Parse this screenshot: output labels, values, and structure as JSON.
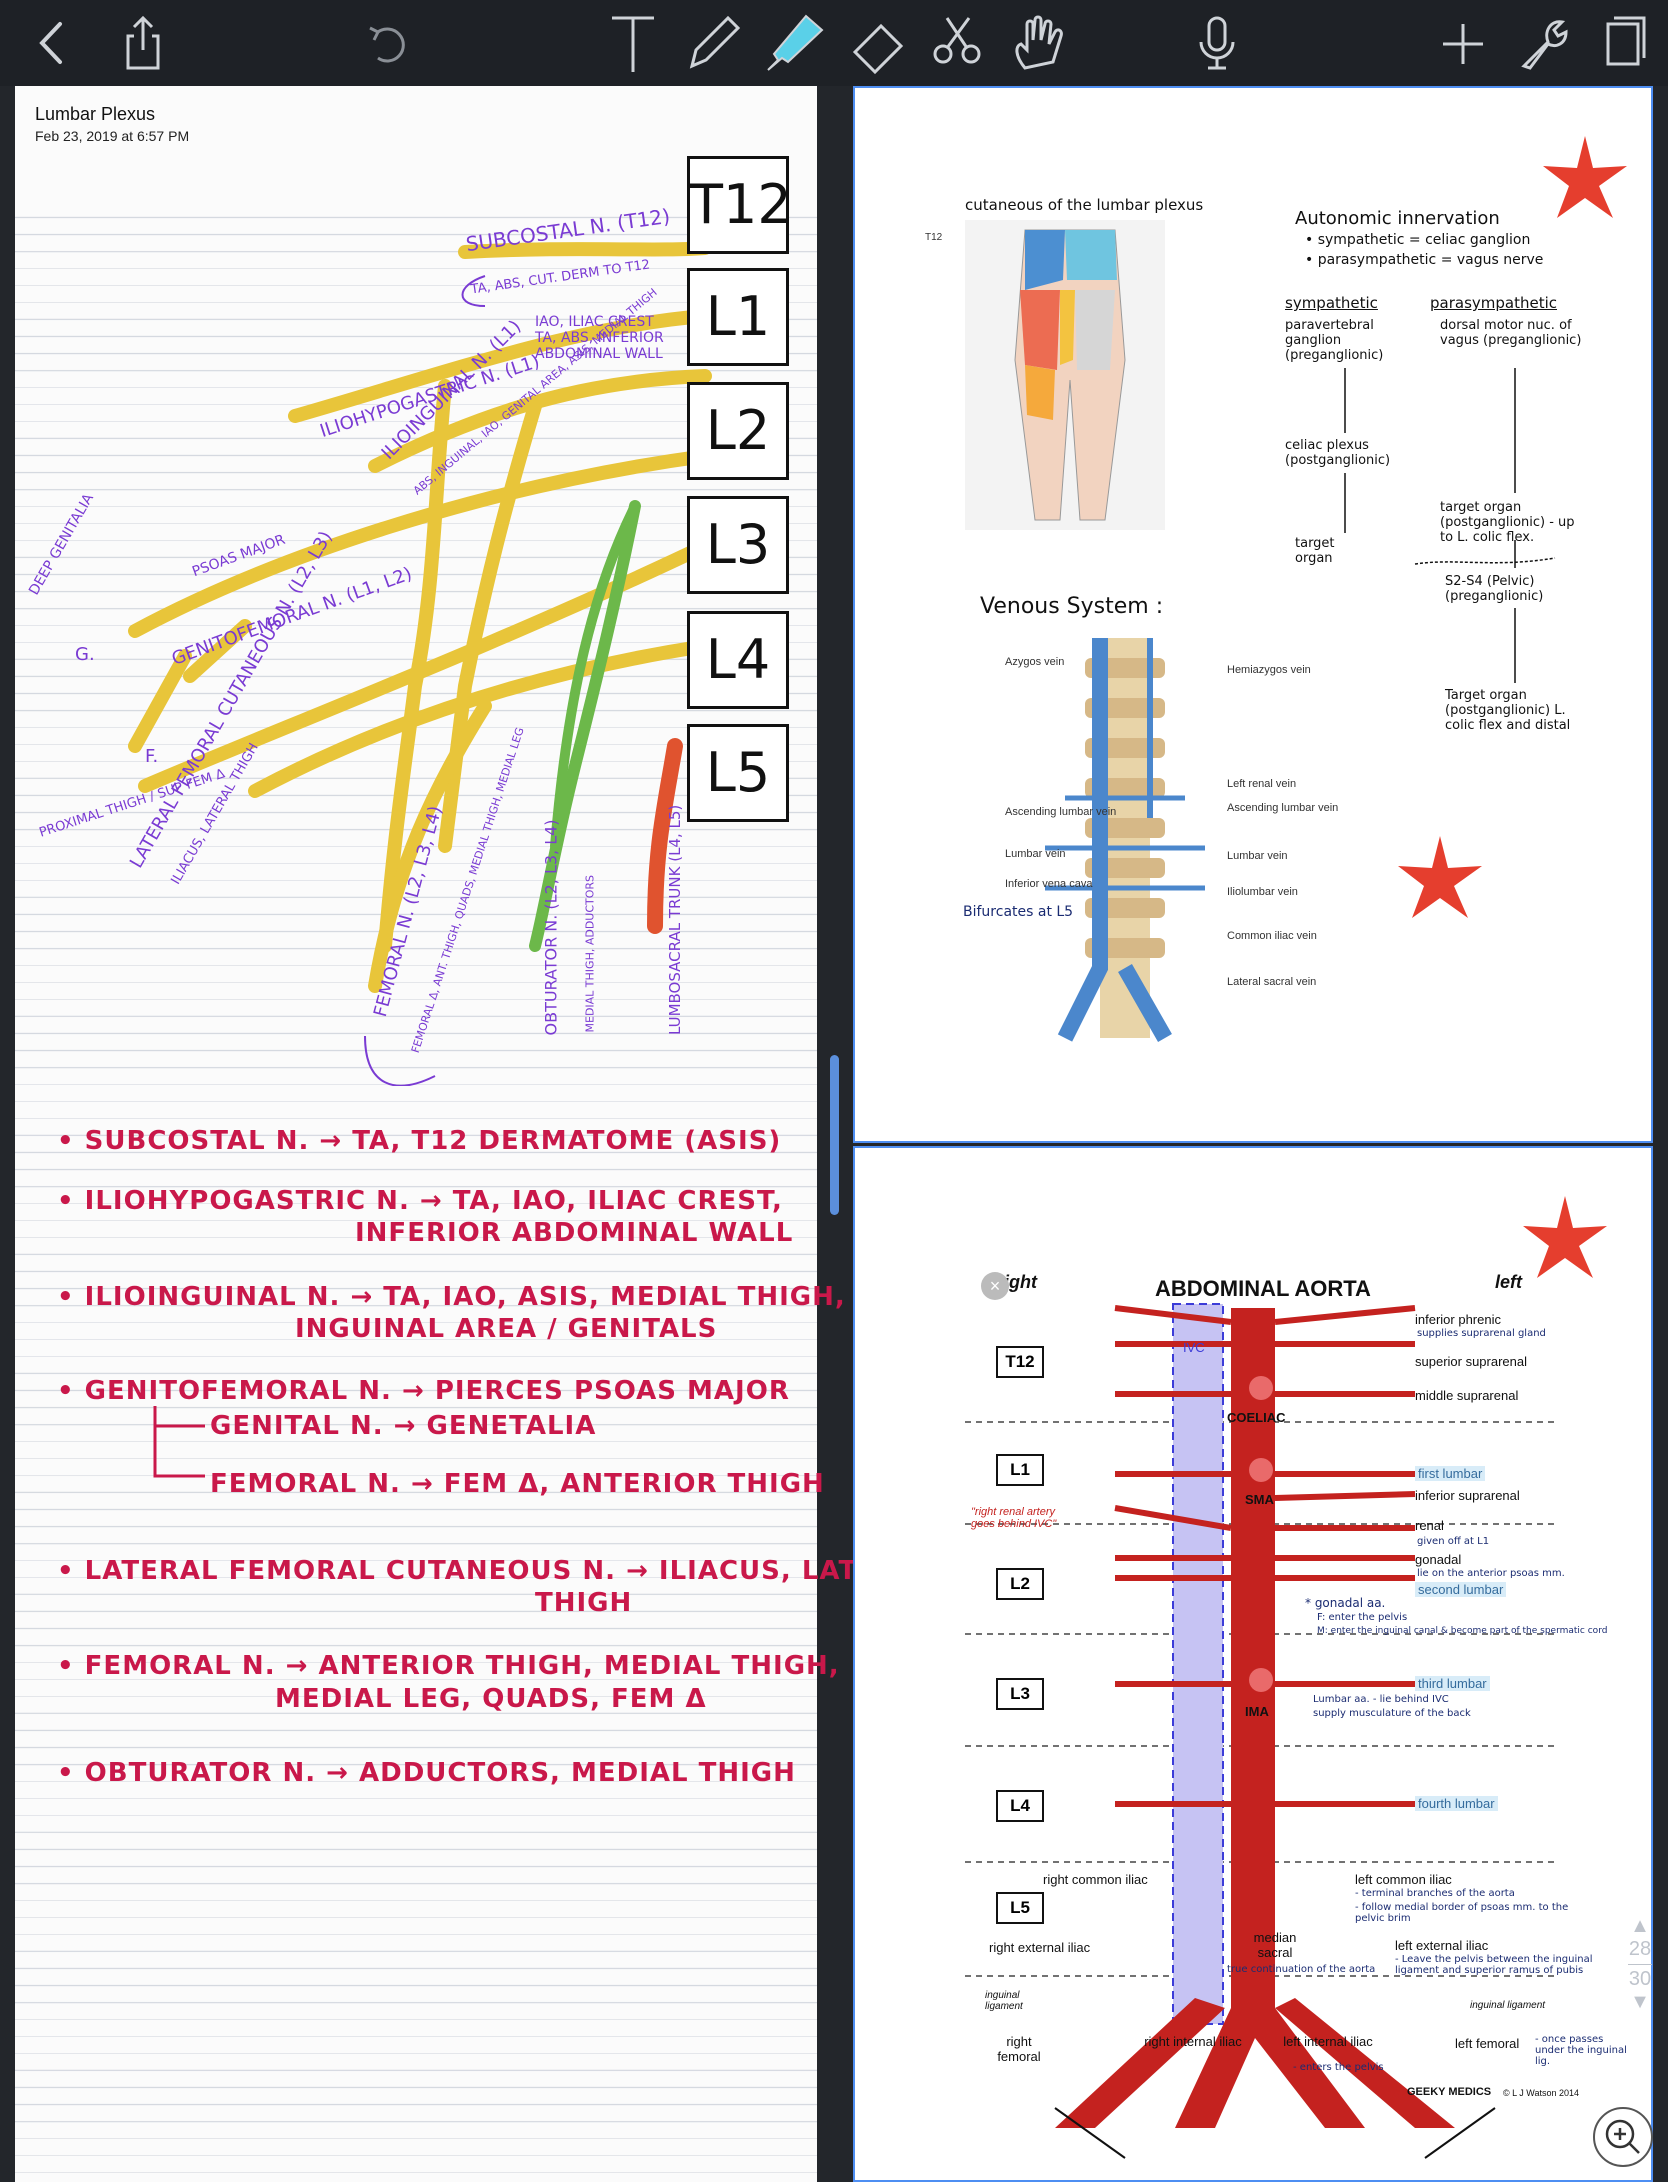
{
  "toolbar": {
    "icons": [
      "back-icon",
      "share-icon",
      "undo-icon",
      "text-tool-icon",
      "pen-tool-icon",
      "highlighter-tool-icon",
      "eraser-tool-icon",
      "lasso-tool-icon",
      "hand-tool-icon",
      "microphone-icon",
      "add-icon",
      "wrench-icon",
      "pages-icon"
    ],
    "accent": "#5ad0e8"
  },
  "note": {
    "title": "Lumbar Plexus",
    "date": "Feb 23, 2019 at 6:57 PM"
  },
  "left_page": {
    "levels": [
      "T12",
      "L1",
      "L2",
      "L3",
      "L4",
      "L5"
    ],
    "labels": {
      "subcostal": "SUBCOSTAL N. (T12)",
      "subcostal_sub": "TA, ABS, CUT. DERM TO T12",
      "iliohypo_desc": "IAO, ILIAC CREST",
      "iliohypo_desc2": "TA, ABS, INFERIOR",
      "iliohypo_desc3": "ABDOMINAL WALL",
      "iliohypo": "ILIOHYPOGASTRIC N. (L1)",
      "ilioinguinal": "ILIOINGUINAL N. (L1)",
      "ilioinguinal_sub": "ABS, INGUINAL, IAO, GENITAL AREA, ASIS, MEDIAL THIGH",
      "genitofemoral": "GENITOFEMORAL N. (L1, L2)",
      "psoas": "PSOAS MAJOR",
      "deep_genitalia": "DEEP GENITALIA",
      "g": "G.",
      "f": "F.",
      "proximal": "PROXIMAL THIGH / SUP FEM Δ",
      "lat_fem": "LATERAL FEMORAL CUTANEOUS N. (L2, L3)",
      "lat_fem_sub": "ILIACUS, LATERAL THIGH",
      "femoral": "FEMORAL N. (L2, L3, L4)",
      "femoral_sub": "FEMORAL Δ, ANT. THIGH, QUADS, MEDIAL THIGH, MEDIAL LEG",
      "obturator": "OBTURATOR N. (L2, L3, L4)",
      "obturator_sub": "MEDIAL THIGH, ADDUCTORS",
      "lumbosacral": "LUMBOSACRAL TRUNK (L4, L5)"
    },
    "notes": [
      "• SUBCOSTAL N. → TA, T12 DERMATOME (ASIS)",
      "• ILIOHYPOGASTRIC N. → TA, IAO, ILIAC CREST,",
      "INFERIOR ABDOMINAL WALL",
      "• ILIOINGUINAL N. → TA, IAO, ASIS, MEDIAL THIGH,",
      "INGUINAL AREA / GENITALS",
      "• GENITOFEMORAL N. → PIERCES PSOAS MAJOR",
      "GENITAL N. → GENETALIA",
      "FEMORAL N. → FEM Δ, ANTERIOR THIGH",
      "• LATERAL FEMORAL CUTANEOUS N. → ILIACUS, LATERAL",
      "THIGH",
      "• FEMORAL N. → ANTERIOR THIGH, MEDIAL THIGH,",
      "MEDIAL LEG, QUADS, FEM Δ",
      "• OBTURATOR N. → ADDUCTORS, MEDIAL THIGH"
    ],
    "colors": {
      "nerve": "#e8c53a",
      "obturator": "#6cb84a",
      "lumbosacral": "#e0532f",
      "ink_purple": "#7a3bd3",
      "ink_pink": "#c9184a"
    }
  },
  "right_page_1": {
    "cutaneous_title": "cutaneous of the lumbar plexus",
    "venous_title": "Venous System :",
    "venous_labels": [
      "Azygos vein",
      "Hemiazygos vein",
      "Left renal vein",
      "Ascending lumbar vein",
      "Ascending lumbar vein",
      "Lumbar vein",
      "Lumbar vein",
      "Inferior vena cava",
      "Iliolumbar vein",
      "Common iliac vein",
      "Lateral sacral vein"
    ],
    "bifurcates": "Bifurcates at L5",
    "autonomic_title": "Autonomic innervation",
    "autonomic_lines": [
      "• sympathetic = celiac ganglion",
      "• parasympathetic = vagus nerve"
    ],
    "sympathetic": "sympathetic",
    "sym_steps": [
      "paravertebral ganglion (preganglionic)",
      "celiac plexus (postganglionic)",
      "target organ"
    ],
    "parasympathetic": "parasympathetic",
    "para_steps": [
      "dorsal motor nuc. of vagus (preganglionic)",
      "target organ (postganglionic) - up to L. colic flex.",
      "S2-S4 (Pelvic) (preganglionic)",
      "Target organ (postganglionic) L. colic flex and distal"
    ],
    "star_color": "#e53e2e"
  },
  "right_page_2": {
    "title": "ABDOMINAL AORTA",
    "right": "right",
    "left": "left",
    "ivc": "IVC",
    "levels": [
      "T12",
      "L1",
      "L2",
      "L3",
      "L4",
      "L5"
    ],
    "trunks": [
      "COELIAC",
      "SMA",
      "IMA"
    ],
    "left_labels": [
      "inferior phrenic",
      "superior suprarenal",
      "middle suprarenal",
      "first lumbar",
      "inferior suprarenal",
      "renal",
      "gonadal",
      "second lumbar",
      "third lumbar",
      "fourth lumbar",
      "left common iliac",
      "left external iliac",
      "inguinal ligament",
      "left femoral",
      "left internal iliac"
    ],
    "right_labels": [
      "\"right renal artery goes behind IVC\"",
      "right common iliac",
      "right external iliac",
      "inguinal ligament",
      "right femoral",
      "right internal iliac",
      "median sacral"
    ],
    "annotations": [
      "supplies suprarenal gland",
      "given off at L1",
      "lie on the anterior psoas mm.",
      "* gonadal aa.",
      "F: enter the pelvis",
      "M: enter the inguinal canal & become part of the spermatic cord",
      "Lumbar aa. - lie behind IVC",
      "supply musculature of the back",
      "- terminal branches of the aorta",
      "- follow medial border of psoas mm. to the pelvic brim",
      "- Leave the pelvis between the inguinal ligament and superior ramus of pubis",
      "- once passes under the inguinal lig.",
      "true continuation of the aorta",
      "- enters the pelvis"
    ],
    "credit": "GEEKY MEDICS",
    "credit2": "© L J Watson 2014",
    "aorta_color": "#c4221f",
    "ivc_color": "#c6c3f3"
  },
  "pager": {
    "current": "28",
    "total": "30"
  }
}
